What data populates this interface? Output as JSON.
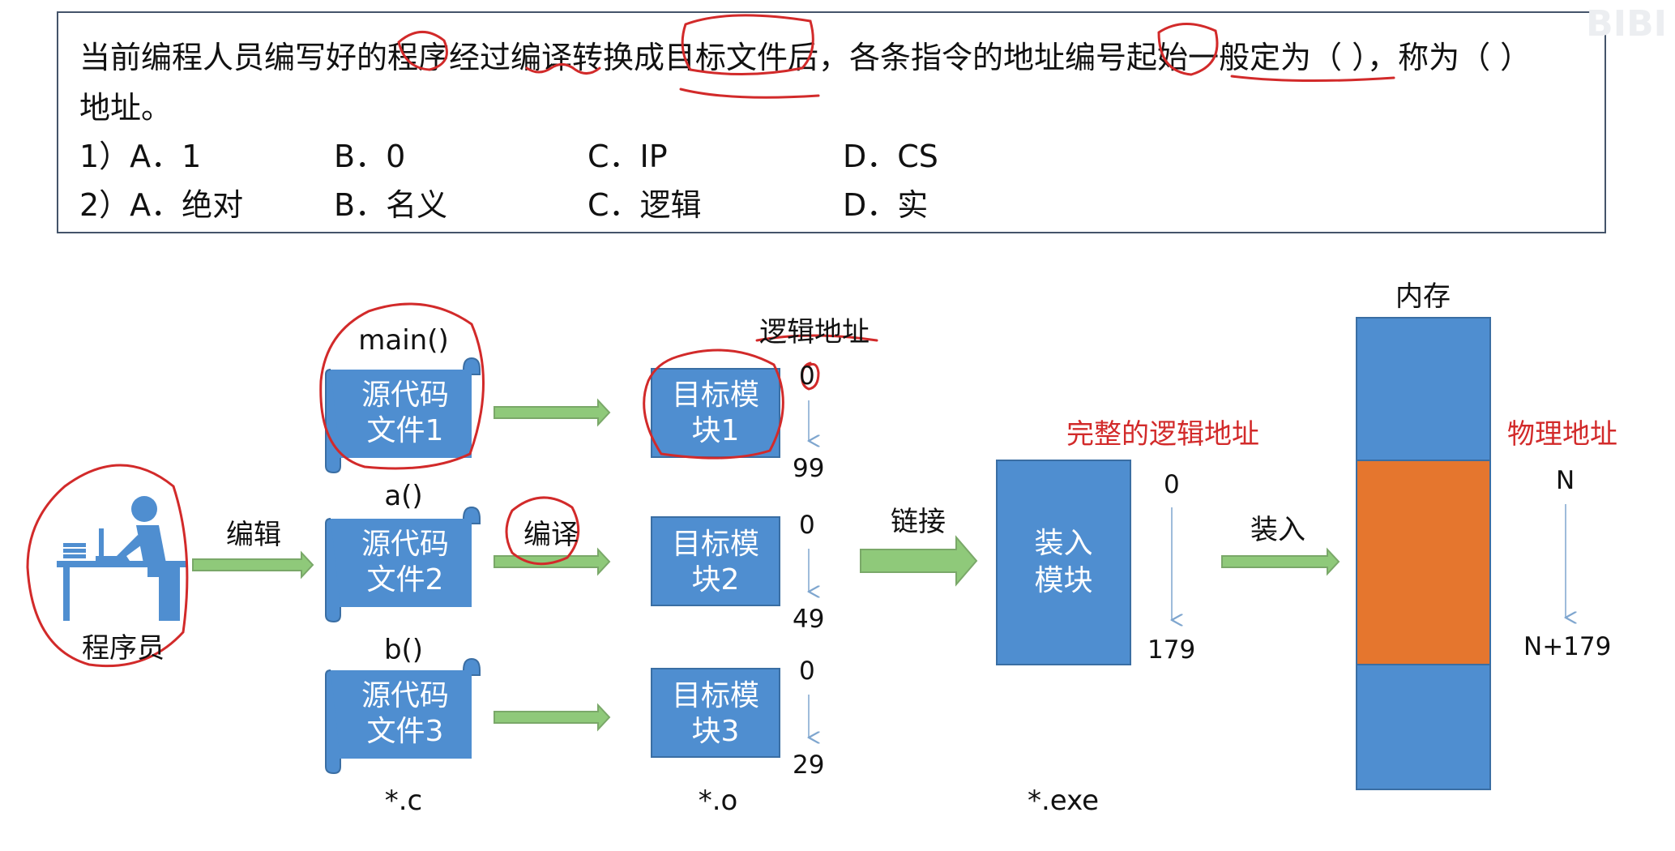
{
  "question": {
    "line1": "当前编程人员编写好的程序经过编译转换成目标文件后，各条指令的地址编号起始一般定为（  ），称为（  ）",
    "line2": "地址。",
    "q1": {
      "prefix": "1）A．1",
      "b": "B．0",
      "c": "C．IP",
      "d": "D．CS"
    },
    "q2": {
      "prefix": "2）A．绝对",
      "b": "B．名义",
      "c": "C．逻辑",
      "d": "D．实"
    }
  },
  "watermark": "BIBI",
  "programmer": {
    "label": "程序员",
    "edit_label": "编辑"
  },
  "source_files": [
    {
      "func": "main()",
      "line1": "源代码",
      "line2": "文件1"
    },
    {
      "func": "a()",
      "line1": "源代码",
      "line2": "文件2"
    },
    {
      "func": "b()",
      "line1": "源代码",
      "line2": "文件3"
    }
  ],
  "source_ext": "*.c",
  "compile_label": "编译",
  "object_modules": [
    {
      "line1": "目标模",
      "line2": "块1",
      "start": "0",
      "end": "99"
    },
    {
      "line1": "目标模",
      "line2": "块2",
      "start": "0",
      "end": "49"
    },
    {
      "line1": "目标模",
      "line2": "块3",
      "start": "0",
      "end": "29"
    }
  ],
  "object_ext": "*.o",
  "logical_address_label": "逻辑地址",
  "link_label": "链接",
  "load_module": {
    "line1": "装入",
    "line2": "模块",
    "start": "0",
    "end": "179",
    "title": "完整的逻辑地址",
    "ext": "*.exe"
  },
  "load_label": "装入",
  "memory": {
    "title": "内存",
    "physical_label": "物理地址",
    "start": "N",
    "end": "N+179"
  },
  "colors": {
    "box_blue": "#4f8ed0",
    "arrow_green": "#8fc97a",
    "memory_orange": "#e5762e",
    "annotation_red": "#d22a2a"
  }
}
